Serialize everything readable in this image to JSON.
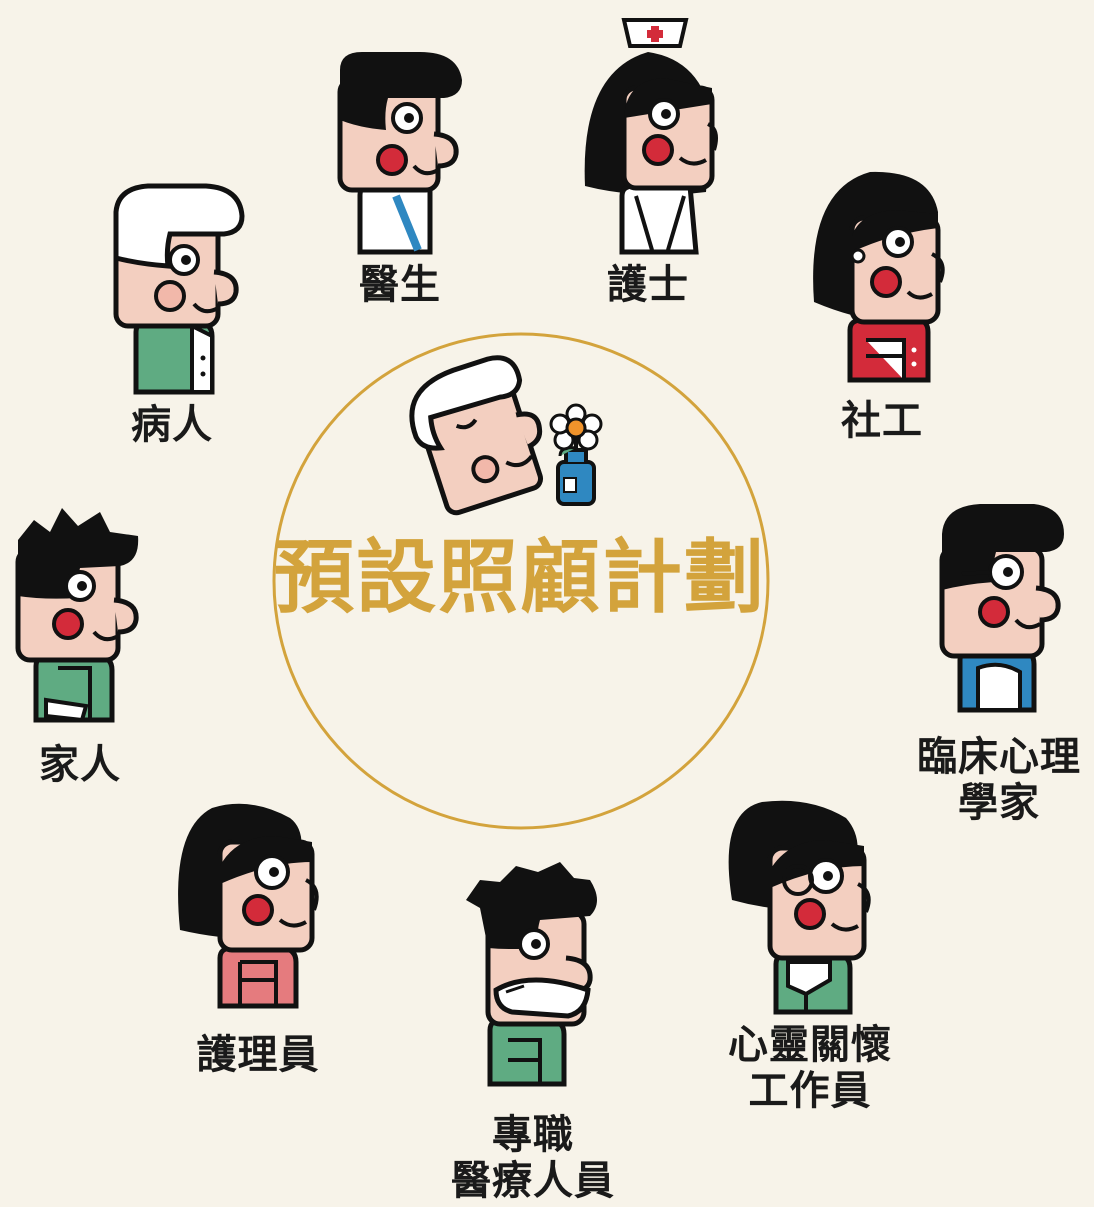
{
  "title": "預設照顧計劃",
  "colors": {
    "background": "#f7f3e9",
    "accent_gold": "#d3a33c",
    "skin": "#f3cfc0",
    "hair": "#111111",
    "cheek": "#d32b3a",
    "green": "#5fab82",
    "blue": "#2f88c1",
    "pink": "#e57b7e"
  },
  "roles": {
    "doctor": {
      "label": "醫生",
      "icon": "doctor-figure"
    },
    "nurse": {
      "label": "護士",
      "icon": "nurse-figure"
    },
    "patient": {
      "label": "病人",
      "icon": "patient-figure"
    },
    "social_worker": {
      "label": "社工",
      "icon": "social-worker-figure"
    },
    "family": {
      "label": "家人",
      "icon": "family-member-figure"
    },
    "psychologist": {
      "label_line1": "臨床心理",
      "label_line2": "學家",
      "icon": "psychologist-figure"
    },
    "care_assistant": {
      "label": "護理員",
      "icon": "care-assistant-figure"
    },
    "allied_health": {
      "label_line1": "專職",
      "label_line2": "醫療人員",
      "icon": "allied-health-figure"
    },
    "spiritual_care": {
      "label_line1": "心靈關懷",
      "label_line2": "工作員",
      "icon": "spiritual-care-figure"
    }
  }
}
